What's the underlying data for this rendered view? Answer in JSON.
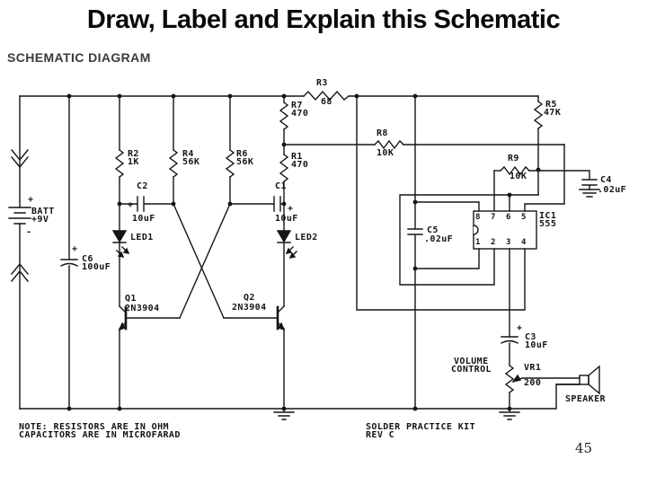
{
  "slide": {
    "title": "Draw, Label and Explain this Schematic",
    "heading": "SCHEMATIC DIAGRAM",
    "page_number": "45"
  },
  "notes": {
    "line1": "NOTE: RESISTORS ARE IN OHM",
    "line2": "CAPACITORS ARE IN MICROFARAD",
    "kit_line1": "SOLDER PRACTICE KIT",
    "kit_line2": "REV C"
  },
  "components": {
    "battery": {
      "plus": "+",
      "ref": "BATT",
      "value": "+9V",
      "minus": "-"
    },
    "r1": {
      "ref": "R1",
      "value": "470"
    },
    "r2": {
      "ref": "R2",
      "value": "1K"
    },
    "r3": {
      "ref": "R3",
      "value": "68"
    },
    "r4": {
      "ref": "R4",
      "value": "56K"
    },
    "r5": {
      "ref": "R5",
      "value": "47K"
    },
    "r6": {
      "ref": "R6",
      "value": "56K"
    },
    "r7": {
      "ref": "R7",
      "value": "470"
    },
    "r8": {
      "ref": "R8",
      "value": "10K"
    },
    "r9": {
      "ref": "R9",
      "value": "10K"
    },
    "c1": {
      "ref": "C1",
      "value": "10uF",
      "polarity": "+"
    },
    "c2": {
      "ref": "C2",
      "value": "10uF",
      "polarity": "+"
    },
    "c3": {
      "ref": "C3",
      "value": "10uF",
      "polarity": "+"
    },
    "c4": {
      "ref": "C4",
      "value": ".02uF"
    },
    "c5": {
      "ref": "C5",
      "value": ".02uF"
    },
    "c6": {
      "ref": "C6",
      "value": "100uF",
      "polarity": "+"
    },
    "led1": {
      "ref": "LED1"
    },
    "led2": {
      "ref": "LED2"
    },
    "q1": {
      "ref": "Q1",
      "value": "2N3904"
    },
    "q2": {
      "ref": "Q2",
      "value": "2N3904"
    },
    "ic1": {
      "ref": "IC1",
      "value": "555",
      "pins_top": [
        "8",
        "7",
        "6",
        "5"
      ],
      "pins_bottom": [
        "1",
        "2",
        "3",
        "4"
      ]
    },
    "vr1": {
      "ref": "VR1",
      "value": "200",
      "label1": "VOLUME",
      "label2": "CONTROL"
    },
    "speaker": {
      "ref": "SPEAKER"
    }
  },
  "colors": {
    "ink": "#151515",
    "background": "#ffffff"
  }
}
